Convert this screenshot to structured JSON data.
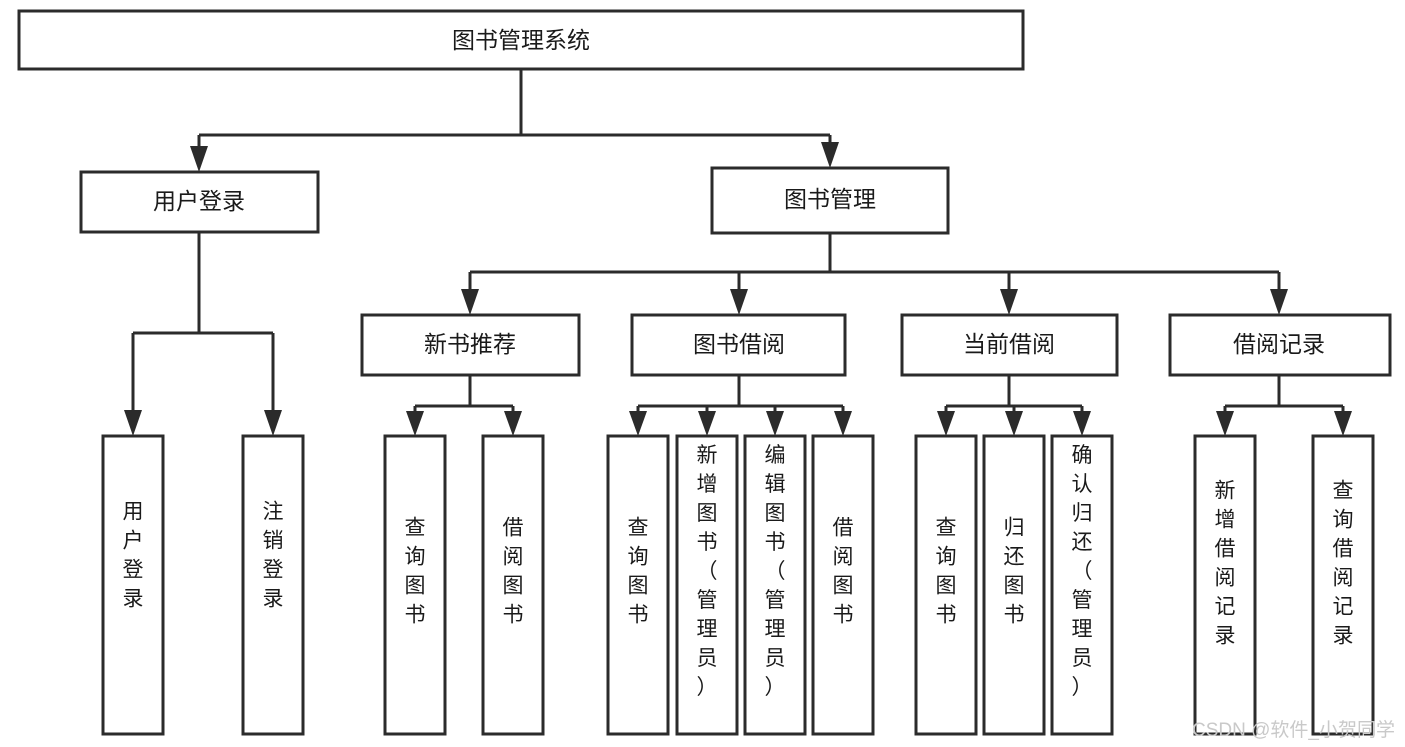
{
  "diagram": {
    "title": "图书管理系统",
    "type": "tree-hierarchy",
    "orientation": "top-down",
    "root": {
      "id": "root",
      "label": "图书管理系统",
      "text_orientation": "horizontal"
    },
    "level1": [
      {
        "id": "user-login",
        "label": "用户登录",
        "text_orientation": "horizontal"
      },
      {
        "id": "book-manage",
        "label": "图书管理",
        "text_orientation": "horizontal"
      }
    ],
    "level2": [
      {
        "id": "new-book-rec",
        "label": "新书推荐",
        "parent": "book-manage",
        "text_orientation": "horizontal"
      },
      {
        "id": "book-borrow",
        "label": "图书借阅",
        "parent": "book-manage",
        "text_orientation": "horizontal"
      },
      {
        "id": "current-borrow",
        "label": "当前借阅",
        "parent": "book-manage",
        "text_orientation": "horizontal"
      },
      {
        "id": "borrow-record",
        "label": "借阅记录",
        "parent": "book-manage",
        "text_orientation": "horizontal"
      }
    ],
    "leaves": [
      {
        "id": "leaf-user-login",
        "parent": "user-login",
        "label": "用户登录",
        "chars": [
          "用",
          "户",
          "登",
          "录"
        ]
      },
      {
        "id": "leaf-user-logout",
        "parent": "user-login",
        "label": "注销登录",
        "chars": [
          "注",
          "销",
          "登",
          "录"
        ]
      },
      {
        "id": "leaf-rec-query-book",
        "parent": "new-book-rec",
        "label": "查询图书",
        "chars": [
          "查",
          "询",
          "图",
          "书"
        ]
      },
      {
        "id": "leaf-rec-borrow-book",
        "parent": "new-book-rec",
        "label": "借阅图书",
        "chars": [
          "借",
          "阅",
          "图",
          "书"
        ]
      },
      {
        "id": "leaf-bb-query-book",
        "parent": "book-borrow",
        "label": "查询图书",
        "chars": [
          "查",
          "询",
          "图",
          "书"
        ]
      },
      {
        "id": "leaf-bb-add-book",
        "parent": "book-borrow",
        "label": "新增图书（管理员）",
        "chars": [
          "新",
          "增",
          "图",
          "书",
          "（",
          "管",
          "理",
          "员",
          "）"
        ]
      },
      {
        "id": "leaf-bb-edit-book",
        "parent": "book-borrow",
        "label": "编辑图书（管理员）",
        "chars": [
          "编",
          "辑",
          "图",
          "书",
          "（",
          "管",
          "理",
          "员",
          "）"
        ]
      },
      {
        "id": "leaf-bb-borrow-book",
        "parent": "book-borrow",
        "label": "借阅图书",
        "chars": [
          "借",
          "阅",
          "图",
          "书"
        ]
      },
      {
        "id": "leaf-cb-query-book",
        "parent": "current-borrow",
        "label": "查询图书",
        "chars": [
          "查",
          "询",
          "图",
          "书"
        ]
      },
      {
        "id": "leaf-cb-return-book",
        "parent": "current-borrow",
        "label": "归还图书",
        "chars": [
          "归",
          "还",
          "图",
          "书"
        ]
      },
      {
        "id": "leaf-cb-confirm-return",
        "parent": "current-borrow",
        "label": "确认归还（管理员）",
        "chars": [
          "确",
          "认",
          "归",
          "还",
          "（",
          "管",
          "理",
          "员",
          "）"
        ]
      },
      {
        "id": "leaf-br-add-record",
        "parent": "borrow-record",
        "label": "新增借阅记录",
        "chars": [
          "新",
          "增",
          "借",
          "阅",
          "记",
          "录"
        ]
      },
      {
        "id": "leaf-br-query-record",
        "parent": "borrow-record",
        "label": "查询借阅记录",
        "chars": [
          "查",
          "询",
          "借",
          "阅",
          "记",
          "录"
        ]
      }
    ]
  },
  "watermark": {
    "text": "CSDN @软件_小贺同学"
  },
  "colors": {
    "stroke": "#2b2b2b",
    "box_fill": "#ffffff",
    "text": "#1a1a1a",
    "background": "#ffffff",
    "watermark": "#c9c9c9"
  }
}
